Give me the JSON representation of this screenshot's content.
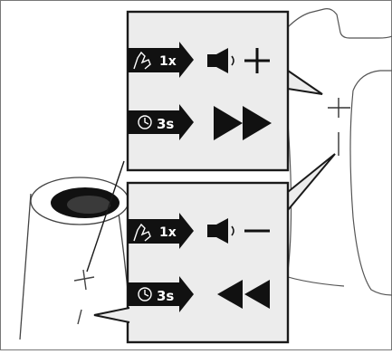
{
  "top_panel": {
    "row1": {
      "gesture_icon": "tap-hand-icon",
      "count": "1x",
      "action_icon": "volume-up-icon"
    },
    "row2": {
      "gesture_icon": "clock-icon",
      "duration": "3s",
      "action_icon": "fast-forward-icon"
    }
  },
  "bottom_panel": {
    "row1": {
      "gesture_icon": "tap-hand-icon",
      "count": "1x",
      "action_icon": "volume-down-icon"
    },
    "row2": {
      "gesture_icon": "clock-icon",
      "duration": "3s",
      "action_icon": "rewind-icon"
    }
  },
  "colors": {
    "ink": "#1a1a1a",
    "panel_fill": "#ececec",
    "background": "#ffffff",
    "outline": "#555555"
  }
}
